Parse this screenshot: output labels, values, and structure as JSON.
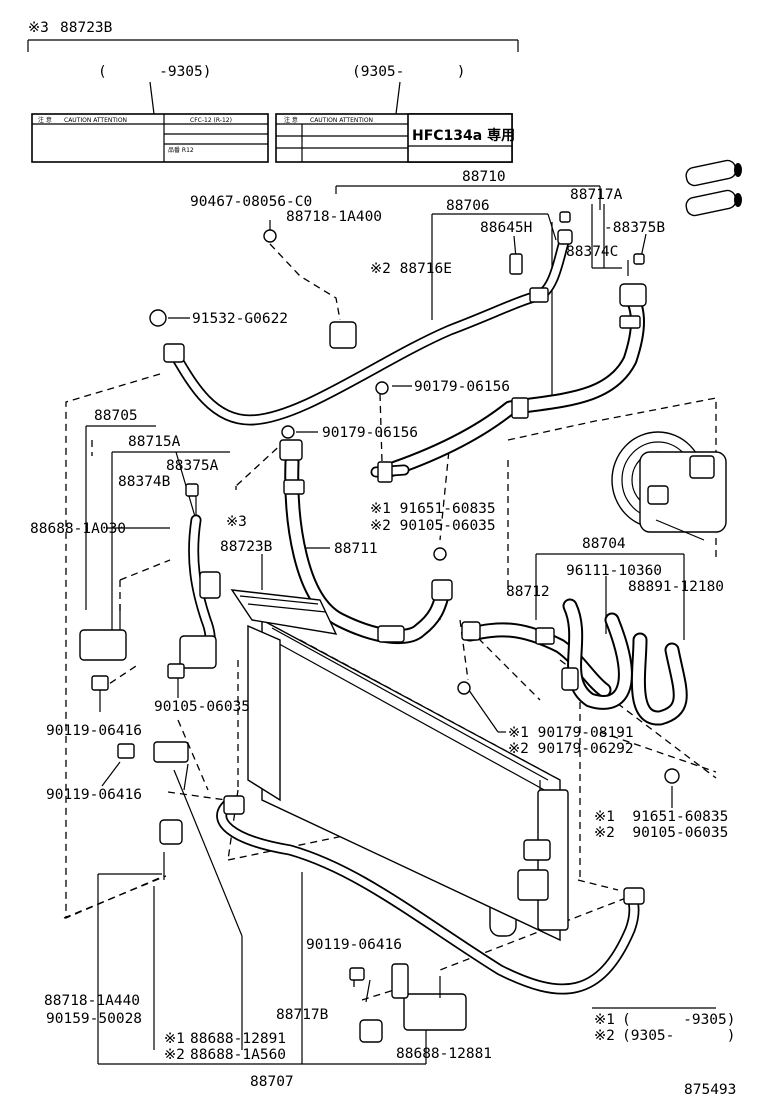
{
  "diagram_id": "875493",
  "header": {
    "ref_mark": "※3",
    "part_no": "88723B"
  },
  "labels_top": {
    "left_range": "(      -9305)",
    "right_range": "(9305-      )"
  },
  "caution_label_left": {
    "title_jp": "注 意",
    "title_en": "CAUTION ATTENTION",
    "right_box": "CFC-12 (R-12)",
    "sub_text": "品番 R12"
  },
  "caution_label_right": {
    "title_jp": "注 意",
    "title_en": "CAUTION ATTENTION",
    "hfc": "HFC134a 専用"
  },
  "parts": {
    "p88710": "88710",
    "p90467": "90467-08056-C0",
    "p88718_1a400": "88718-1A400",
    "p88706": "88706",
    "p88717a": "88717A",
    "p88375b": "-88375B",
    "p88645h": "88645H",
    "p88374c": "88374C",
    "p88716e": "※2 88716E",
    "p91532": "91532-G0622",
    "p90179_06156_a": "90179-06156",
    "p88705": "88705",
    "p90179_06156_b": "90179-06156",
    "p88715a": "88715A",
    "p88375a": "88375A",
    "p88374b": "88374B",
    "p91651_a": "※1 91651-60835",
    "p90105_a": "※2 90105-06035",
    "p88688_1a030": "88688-1A030",
    "p3_mark": "※3",
    "p88723b": "88723B",
    "p88711": "88711",
    "p88704": "88704",
    "p96111": "96111-10360",
    "p88891": "88891-12180",
    "p88712": "88712",
    "p90105_06035": "90105-06035",
    "p90119_a": "90119-06416",
    "p90179_08191": "※1 90179-08191",
    "p90179_06292": "※2 90179-06292",
    "p90119_b": "90119-06416",
    "p91651_b": "※1  91651-60835",
    "p90105_b": "※2  90105-06035",
    "p90119_c": "90119-06416",
    "p88718_1a440": "88718-1A440",
    "p88717b": "88717B",
    "p90159": "90159-50028",
    "p88688_12891": "88688-12891",
    "p88688_1a560": "88688-1A560",
    "p1_mark_a": "※1",
    "p2_mark_a": "※2",
    "p88688_12881": "88688-12881",
    "p88707": "88707"
  },
  "legend": {
    "row1_mark": "※1",
    "row1_range": "(      -9305)",
    "row2_mark": "※2",
    "row2_range": "(9305-      )"
  }
}
